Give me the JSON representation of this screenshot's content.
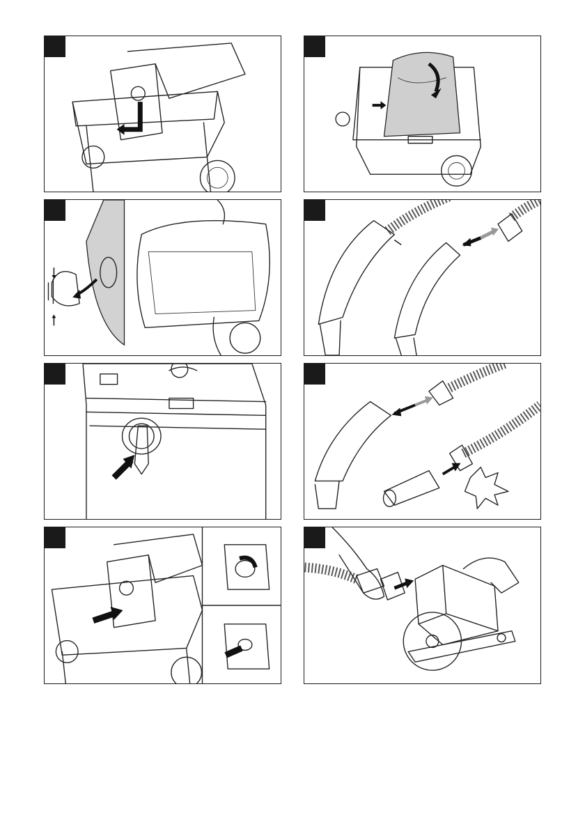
{
  "figures": [
    {
      "id": "p1",
      "icon": "dust-bag-insert-illustration"
    },
    {
      "id": "p2",
      "icon": "filter-bag-fold-illustration"
    },
    {
      "id": "p3",
      "icon": "bag-removal-illustration"
    },
    {
      "id": "p4",
      "icon": "hose-handle-connect-illustration"
    },
    {
      "id": "p5",
      "icon": "suction-port-illustration"
    },
    {
      "id": "p6",
      "icon": "hose-adapter-illustration"
    },
    {
      "id": "p7",
      "icon": "bag-seal-close-illustration"
    },
    {
      "id": "p8",
      "icon": "power-tool-connect-illustration"
    }
  ],
  "colors": {
    "line": "#1a1a1a",
    "fill_grey": "#cfcfcf",
    "arrow_grey": "#9a9a9a",
    "paper": "#ffffff"
  }
}
